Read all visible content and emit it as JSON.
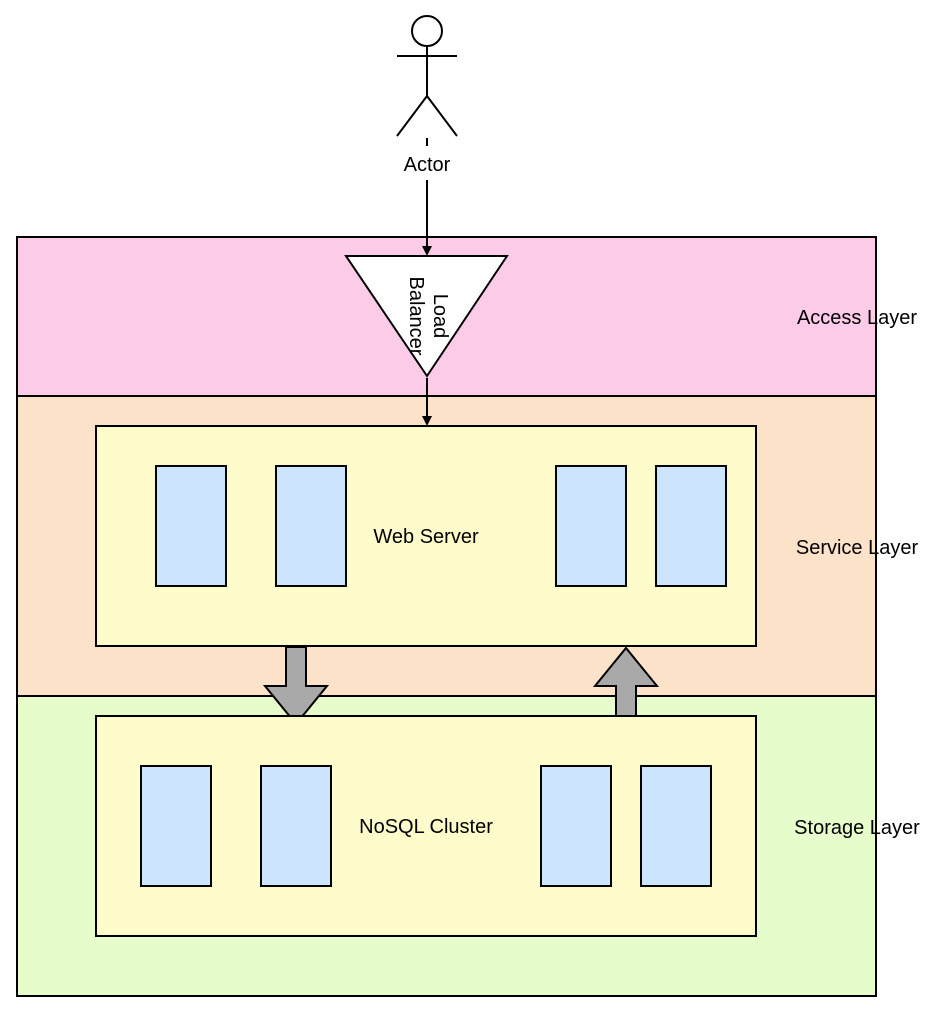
{
  "actor": {
    "label": "Actor"
  },
  "load_balancer": {
    "label_line1": "Load",
    "label_line2": "Balancer"
  },
  "layers": {
    "access": {
      "label": "Access Layer",
      "color": "#fccbe8"
    },
    "service": {
      "label": "Service Layer",
      "color": "#fde2ca"
    },
    "storage": {
      "label": "Storage Layer",
      "color": "#e6fccb"
    }
  },
  "web_server": {
    "label": "Web Server",
    "color": "#fefccb"
  },
  "nosql_cluster": {
    "label": "NoSQL Cluster",
    "color": "#fefccb"
  },
  "node_color": "#cce4fc",
  "arrow_color": "#a9a9a9"
}
